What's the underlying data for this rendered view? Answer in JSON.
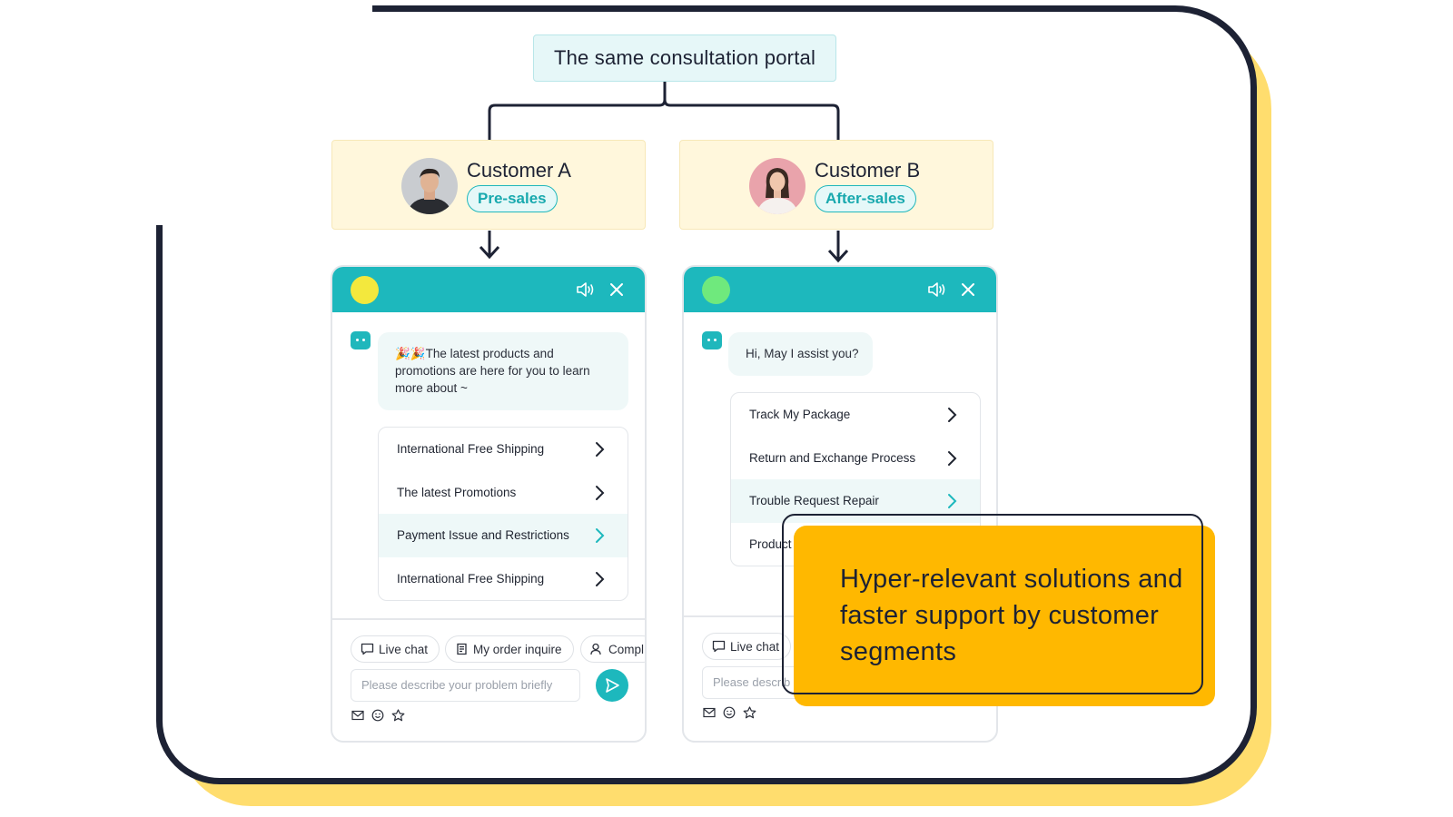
{
  "portal_title": "The same consultation portal",
  "colors": {
    "teal": "#1db8bd",
    "frame": "#1d2234",
    "shadow_yellow": "#ffdd6e",
    "callout_amber": "#ffb800",
    "customer_card": "#fff7dc",
    "dot_a": "#f3e83d",
    "dot_b": "#6fe97d"
  },
  "customer_a": {
    "name": "Customer A",
    "badge": "Pre-sales",
    "chat": {
      "header_icons": [
        "speaker-icon",
        "close-icon"
      ],
      "greeting": "🎉🎉The latest products and promotions are here for you to learn more about ~",
      "menu": [
        {
          "label": "International Free Shipping",
          "active": false
        },
        {
          "label": "The latest Promotions",
          "active": false
        },
        {
          "label": "Payment Issue and Restrictions",
          "active": true
        },
        {
          "label": "International Free Shipping",
          "active": false
        }
      ],
      "quick_actions": [
        "Live chat",
        "My order inquire",
        "Compl"
      ],
      "input_placeholder": "Please describe your problem briefly",
      "toolbar_icons": [
        "mail-icon",
        "emoji-icon",
        "star-icon"
      ]
    }
  },
  "customer_b": {
    "name": "Customer B",
    "badge": "After-sales",
    "chat": {
      "header_icons": [
        "speaker-icon",
        "close-icon"
      ],
      "greeting": "Hi, May I assist you?",
      "menu": [
        {
          "label": "Track My Package",
          "active": false
        },
        {
          "label": "Return and Exchange Process",
          "active": false
        },
        {
          "label": "Trouble Request Repair",
          "active": true
        },
        {
          "label": "Product",
          "active": false
        }
      ],
      "quick_actions": [
        "Live chat"
      ],
      "input_placeholder": "Please describ",
      "toolbar_icons": [
        "mail-icon",
        "emoji-icon",
        "star-icon"
      ]
    }
  },
  "callout": "Hyper-relevant solutions and faster support by customer segments"
}
